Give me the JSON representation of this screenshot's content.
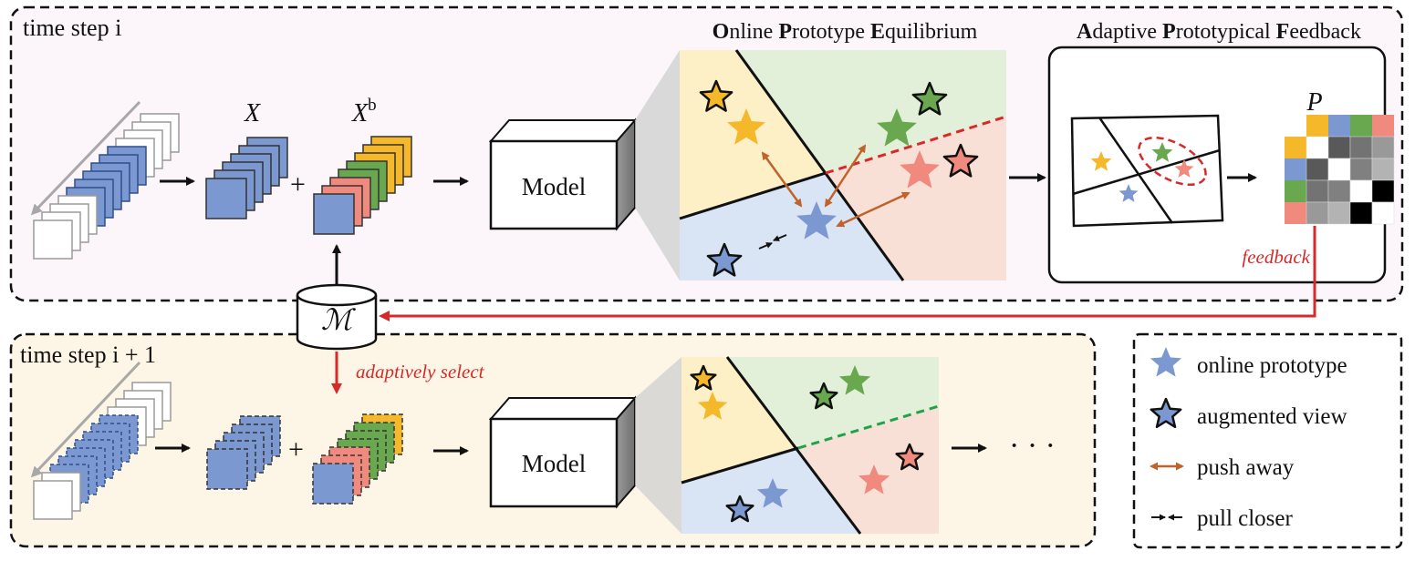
{
  "top_panel": {
    "step_label": "time step i",
    "x_label": "X",
    "xb_label": "X",
    "xb_superscript": "b",
    "plus": "+",
    "model_label": "Model",
    "ope_title": {
      "parts": [
        [
          "O",
          "nline "
        ],
        [
          "P",
          "rototype "
        ],
        [
          "E",
          "quilibrium"
        ]
      ]
    },
    "apf_title": {
      "parts": [
        [
          "A",
          "daptive "
        ],
        [
          "P",
          "rototypical "
        ],
        [
          "F",
          "eedback"
        ]
      ]
    },
    "p_label": "P",
    "feedback_label": "feedback"
  },
  "memory": {
    "label": "ℳ"
  },
  "bottom_panel": {
    "step_label": "time step i + 1",
    "select_label": "adaptively select",
    "plus": "+",
    "model_label": "Model",
    "ellipsis": "· · ·"
  },
  "legend": {
    "items": [
      {
        "label": "online prototype",
        "icon": "star-filled-icon"
      },
      {
        "label": "augmented view",
        "icon": "star-outlined-icon"
      },
      {
        "label": "push away",
        "icon": "double-arrow-icon"
      },
      {
        "label": "pull closer",
        "icon": "converging-arrows-icon"
      }
    ]
  },
  "colors": {
    "yellow": "#f5b82a",
    "green": "#6aa84f",
    "red": "#f08a7e",
    "blue": "#7b98d1",
    "accent_red": "#d62a2a",
    "push_arrow": "#c0622a",
    "top_bg": "#fcf5fa",
    "bottom_bg": "#fdf6e6"
  },
  "matrix_p": {
    "row_colors": [
      "#f5b82a",
      "#7b98d1",
      "#6aa84f",
      "#f08a7e"
    ],
    "grays": [
      [
        1.0,
        0.35,
        0.45,
        0.6
      ],
      [
        0.35,
        1.0,
        0.5,
        0.7
      ],
      [
        0.45,
        0.5,
        1.0,
        0.0
      ],
      [
        0.6,
        0.7,
        0.0,
        1.0
      ]
    ]
  }
}
